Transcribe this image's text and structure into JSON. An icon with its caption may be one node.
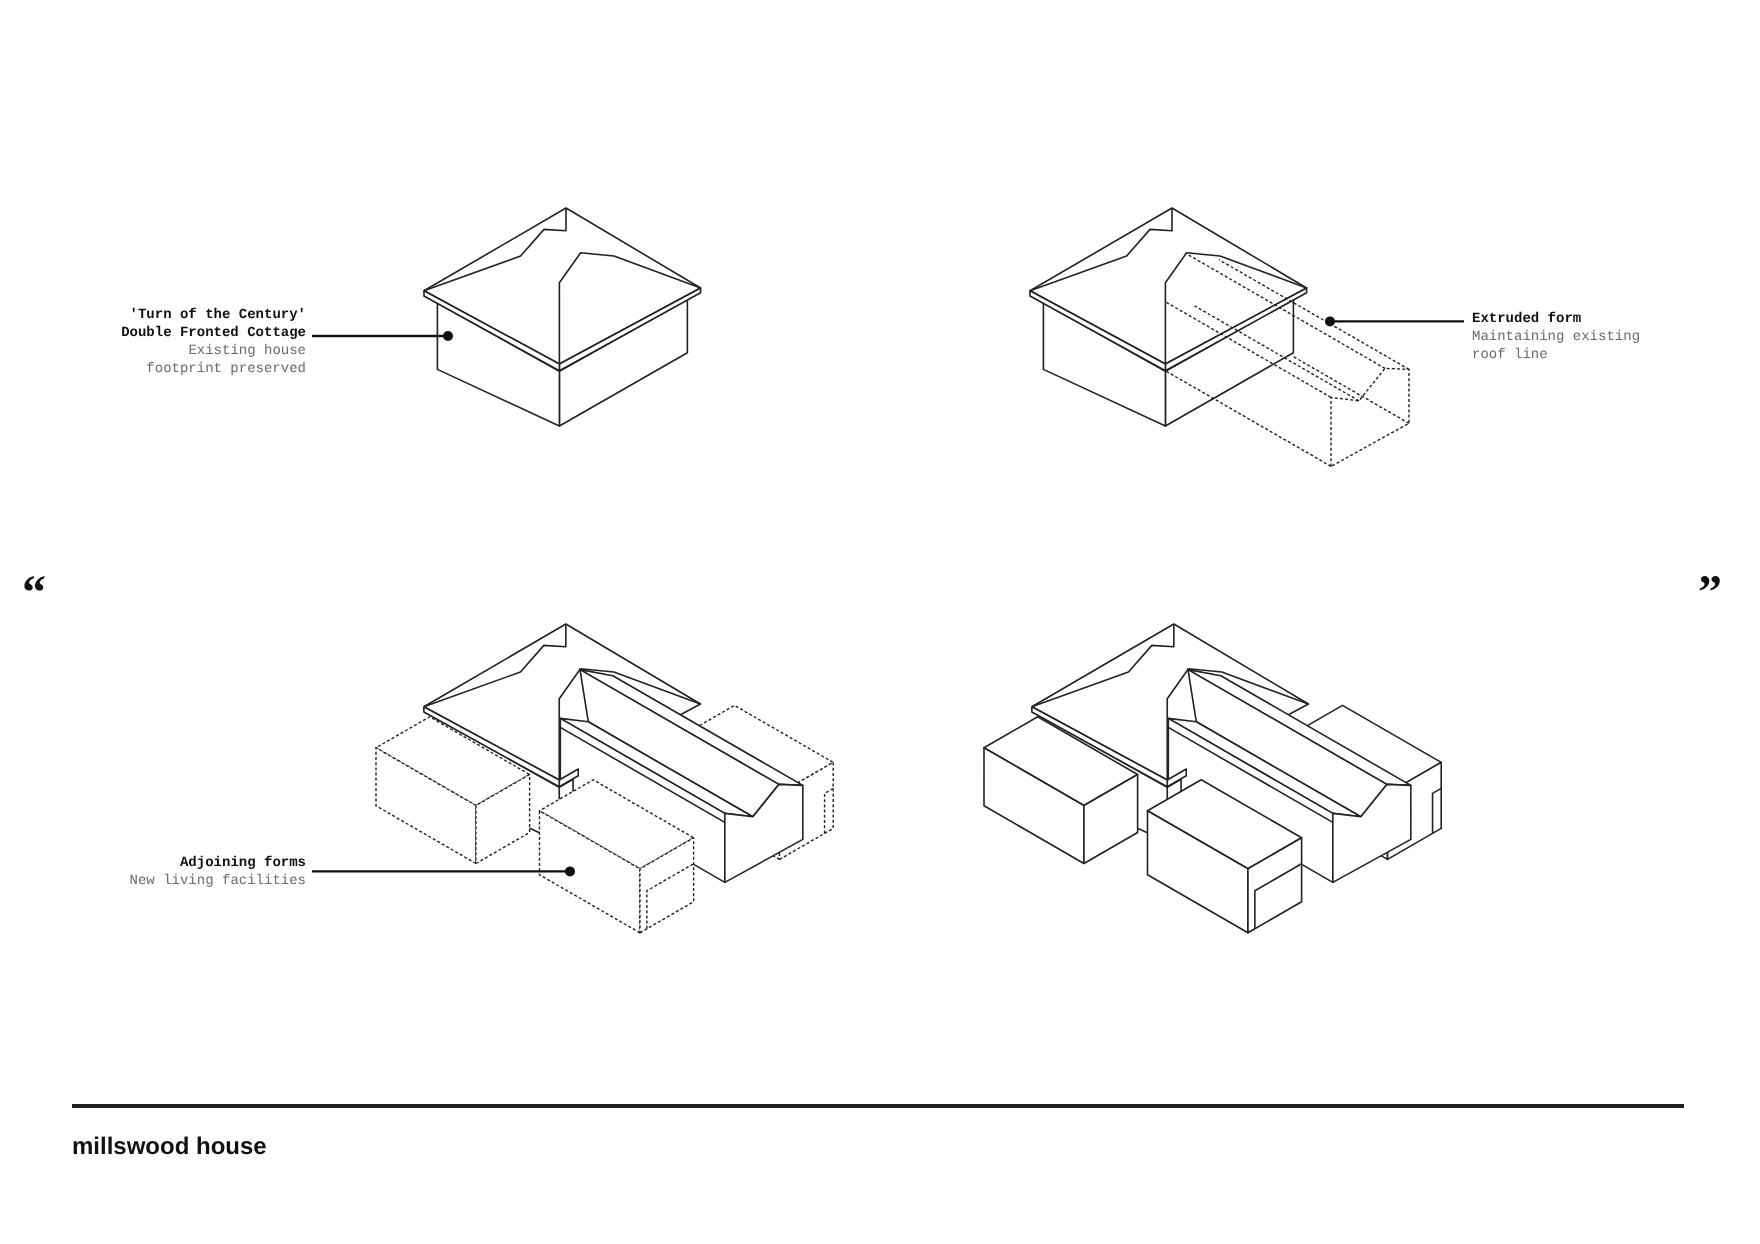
{
  "diagram": {
    "title": "millswood house",
    "nodes": [
      {
        "text": [
          "'Turn of the Century' Double Fronted Cottage",
          "Existing house footprint preserved"
        ]
      },
      {
        "text": [],
        "shape": "picture"
      },
      {
        "text": [
          "Extruded form",
          "Maintaining existing roof line"
        ]
      },
      {
        "text": [],
        "shape": "picture"
      },
      {
        "text": [
          "Adjoining forms",
          "New living facilities"
        ]
      },
      {
        "text": [],
        "shape": "picture"
      }
    ],
    "edges": [
      {
        "from": 0,
        "to": 1,
        "arrow": "other"
      },
      {
        "from": 2,
        "to": 3,
        "arrow": "other"
      },
      {
        "from": 4,
        "to": 5,
        "arrow": "other"
      }
    ],
    "labels": [
      "“",
      "”"
    ]
  }
}
